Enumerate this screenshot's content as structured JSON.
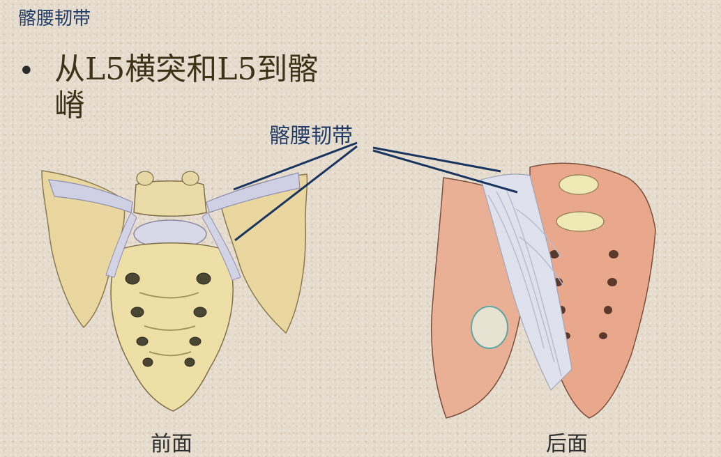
{
  "slide": {
    "title": "髂腰韧带",
    "bullet": "从L5横突和L5到髂嵴",
    "callout_label": "髂腰韧带",
    "caption_front": "前面",
    "caption_back": "后面"
  },
  "colors": {
    "title": "#1f3b66",
    "bullet_text": "#3d3418",
    "background": "#e6dccd",
    "leader_line": "#1a3560",
    "bone_front": "#e7d59a",
    "bone_back": "#e6a58a",
    "ligament": "#cfd0e4"
  }
}
